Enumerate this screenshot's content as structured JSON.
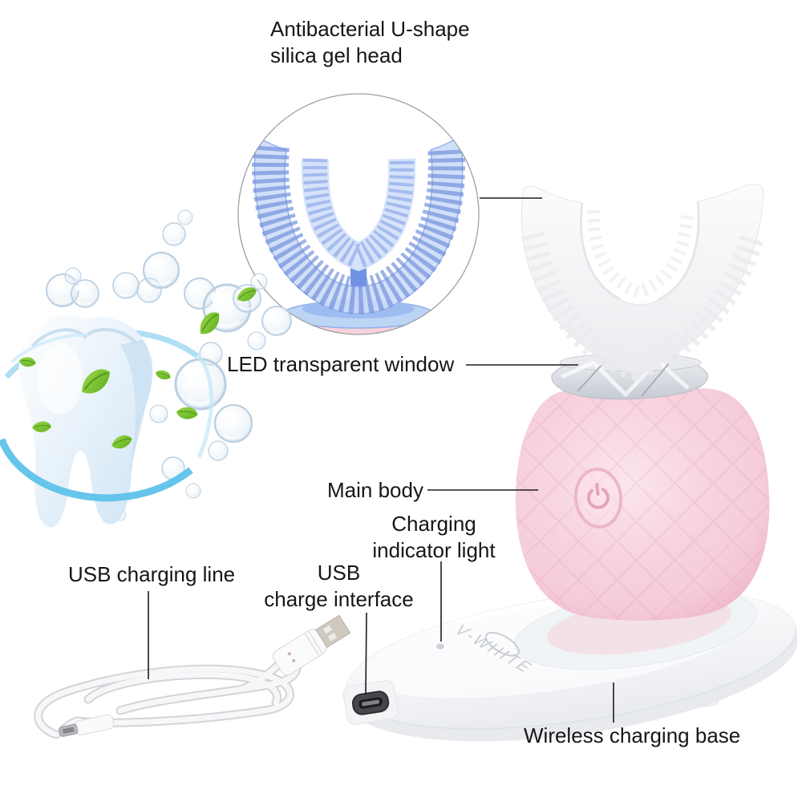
{
  "page": {
    "background": "#ffffff"
  },
  "brand": {
    "logo_text": "V-WHITE"
  },
  "labels": {
    "head": "Antibacterial U-shape\nsilica gel head",
    "led": "LED transparent window",
    "main_body": "Main body",
    "charging_indicator": "Charging\nindicator light",
    "usb_line": "USB charging line",
    "usb_interface": "USB\ncharge interface",
    "base": "Wireless charging base"
  },
  "icons": {
    "power_button": "power-icon",
    "inset_magnifier": "circle-inset"
  },
  "colors": {
    "body_pink": "#f6cedb",
    "inset_pink": "#f8d2da",
    "brush_blue": "#7492dd",
    "swoosh_blue": "#5ec2ea",
    "leaf_green": "#7cc52f",
    "label_text": "#161616",
    "base_white": "#ffffff",
    "logo_gray": "#c7cbd2"
  }
}
